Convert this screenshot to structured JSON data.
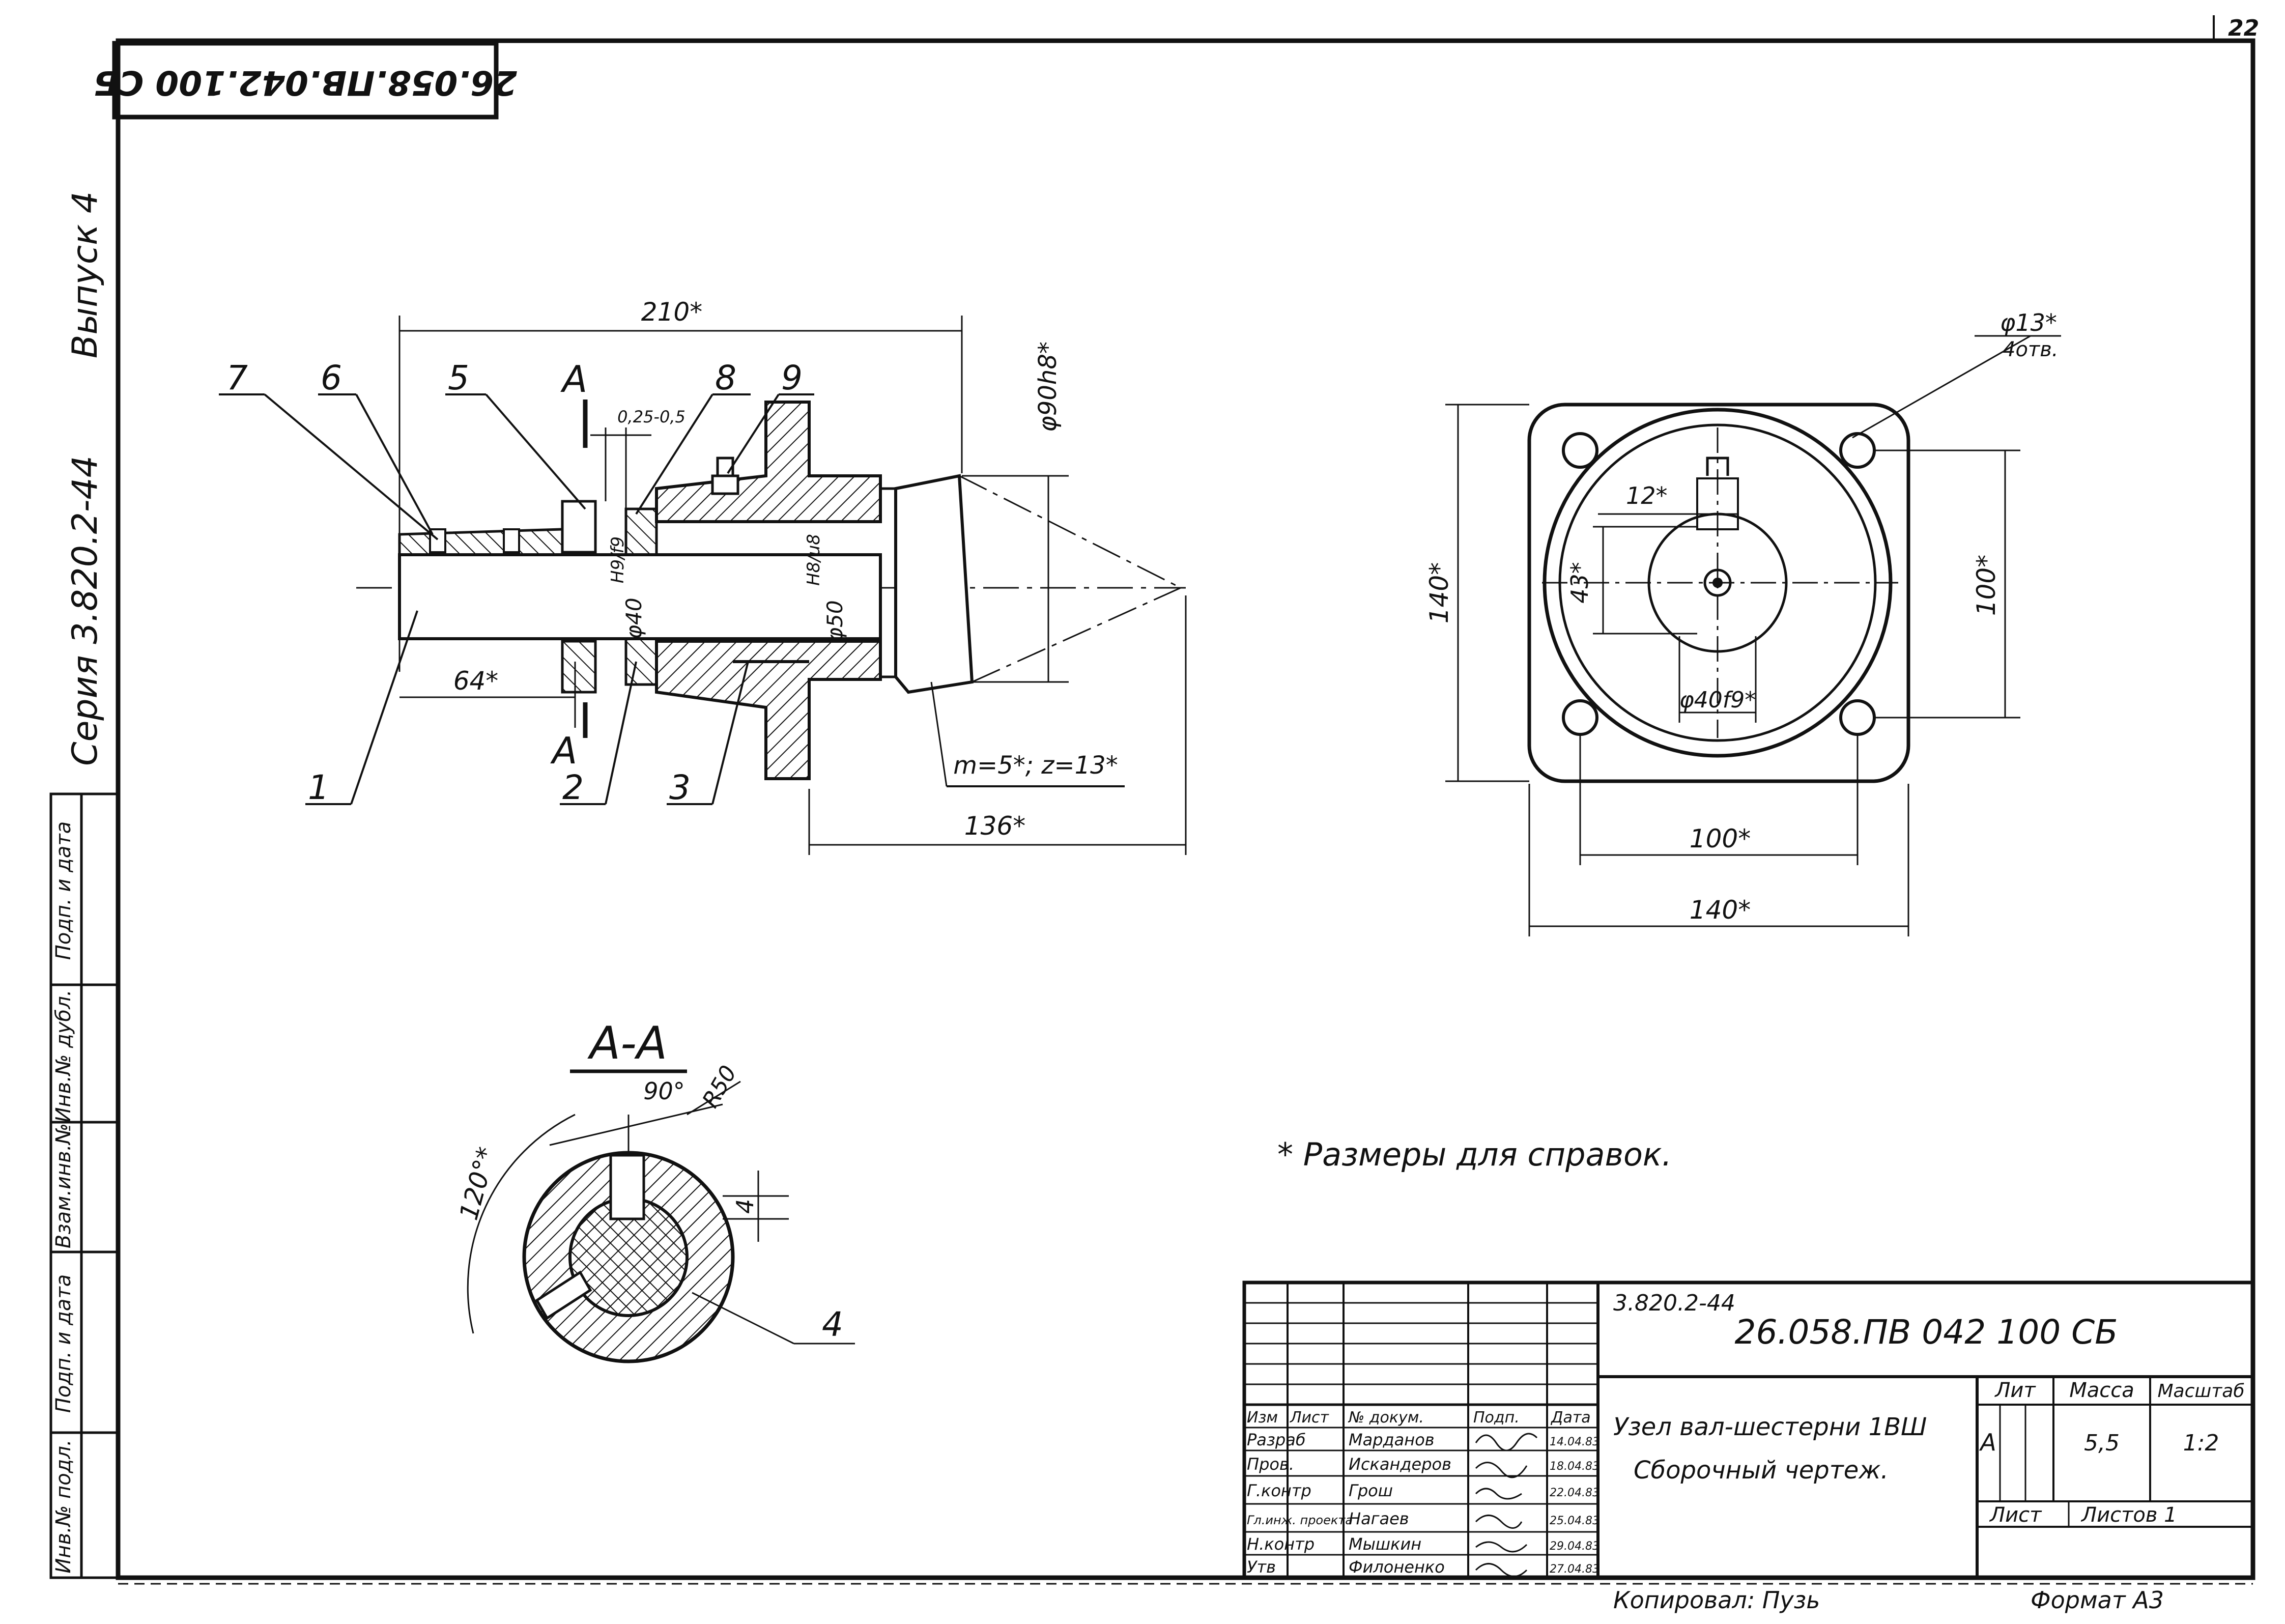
{
  "sheet_number": "22",
  "rotated_designation": "26.058.ПВ.042.100 СБ",
  "side_labels": {
    "series": "Серия 3.820.2-44",
    "issue": "Выпуск 4"
  },
  "side_stamp_cells": [
    "Взам.инв.№",
    "Инв.№ дубл.",
    "Подп. и дата",
    "Подп. и дата",
    "Инв.№ подл."
  ],
  "left_view": {
    "callouts": [
      "1",
      "2",
      "3",
      "4",
      "5",
      "6",
      "7",
      "8",
      "9"
    ],
    "section_marks": [
      "А",
      "А"
    ],
    "dims": {
      "overall": "210*",
      "shaft_len": "64*",
      "flange_to_tip": "136*",
      "gap": "0,25-0,5",
      "flange_dia": "φ90h8*",
      "bore40": "φ40 H9/f9",
      "bore40_main": "φ40",
      "bore40_fit": "H9/f9",
      "bore50": "φ50 H8/u8",
      "bore50_main": "φ50",
      "bore50_fit": "H8/u8",
      "gear": "m=5*; z=13*"
    }
  },
  "right_view": {
    "dims": {
      "holes": "φ13*",
      "holes_count": "4отв.",
      "key": "12*",
      "key_height": "43*",
      "height_outer": "140*",
      "height_inner": "100*",
      "width_inner": "100*",
      "width_outer": "140*",
      "shaft": "φ40f9*"
    }
  },
  "section_view": {
    "title": "А-А",
    "dims": {
      "angle": "90°",
      "radius": "R50",
      "arc": "120°*",
      "key_depth": "4"
    },
    "callout": "4"
  },
  "note": "* Размеры для справок.",
  "title_block": {
    "series_code": "3.820.2-44",
    "designation": "26.058.ПВ 042 100 СБ",
    "name_line1": "Узел вал-шестерни 1ВШ",
    "name_line2": "Сборочный чертеж.",
    "headers": {
      "lit": "Лит",
      "mass": "Масса",
      "scale": "Масштаб"
    },
    "values": {
      "lit": "А",
      "mass": "5,5",
      "scale": "1:2"
    },
    "sheet_label": "Лист",
    "sheets_label": "Листов 1",
    "column_headers": [
      "Изм",
      "Лист",
      "№ докум.",
      "Подп.",
      "Дата"
    ],
    "rows": [
      {
        "role": "Разраб",
        "name": "Марданов",
        "date": "14.04.83"
      },
      {
        "role": "Пров.",
        "name": "Искандеров",
        "date": "18.04.83"
      },
      {
        "role": "Г.контр",
        "name": "Грош",
        "date": "22.04.83"
      },
      {
        "role": "Гл.инж. проекта",
        "name": "Нагаев",
        "date": "25.04.83"
      },
      {
        "role": "Н.контр",
        "name": "Мышкин",
        "date": "29.04.83"
      },
      {
        "role": "Утв",
        "name": "Филоненко",
        "date": "27.04.83"
      }
    ]
  },
  "footer": {
    "copied": "Копировал: Пузь",
    "format": "Формат А3"
  }
}
